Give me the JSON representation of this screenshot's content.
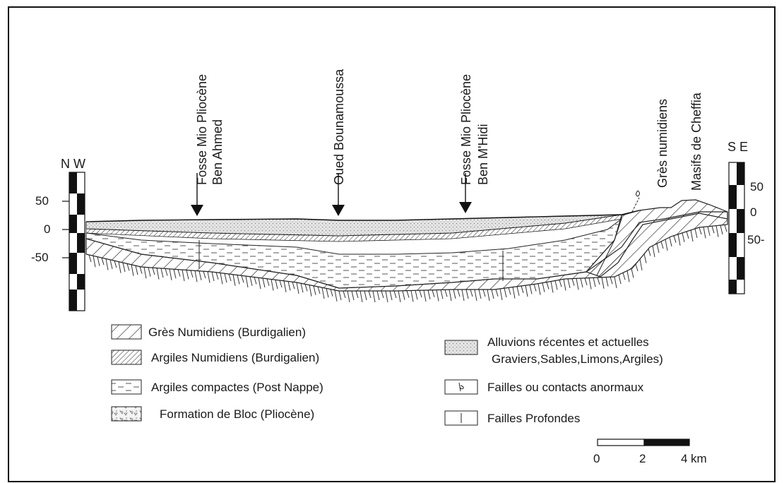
{
  "section": {
    "left_end_label": "N W",
    "right_end_label": "S E",
    "left_scale_ticks": [
      "50",
      "0",
      "-50"
    ],
    "right_scale_ticks": [
      "50",
      "0",
      "50-"
    ],
    "annotations": [
      {
        "id": "fosse-ben-ahmed",
        "line1": "Fosse Mio Pliocène",
        "line2": "Ben Ahmed"
      },
      {
        "id": "oued-bounamoussa",
        "line1": "Oued Bounamoussa",
        "line2": ""
      },
      {
        "id": "fosse-ben-mhidi",
        "line1": "Fosse Mio Pliocène",
        "line2": "Ben M'Hidi"
      },
      {
        "id": "gres-numidiens",
        "line1": "Grès numidiens",
        "line2": ""
      },
      {
        "id": "massifs-cheffia",
        "line1": "Masifs de Cheffia",
        "line2": ""
      }
    ]
  },
  "legend": {
    "left": [
      {
        "id": "gres-numidiens",
        "label": "Grès Numidiens (Burdigalien)",
        "pattern": "hatch-wide"
      },
      {
        "id": "argiles-numidiens",
        "label": "Argiles Numidiens (Burdigalien)",
        "pattern": "hatch-dense"
      },
      {
        "id": "argiles-compactes",
        "label": "Argiles compactes (Post Nappe)",
        "pattern": "dashes"
      },
      {
        "id": "formation-bloc",
        "label": "Formation de Bloc (Pliocène)",
        "pattern": "blocks"
      }
    ],
    "right": [
      {
        "id": "alluvions",
        "label_line1": "Alluvions récentes et actuelles",
        "label_line2": "Graviers,Sables,Limons,Argiles)",
        "pattern": "dots"
      },
      {
        "id": "failles-contacts",
        "label_line1": "Failles ou contacts anormaux",
        "label_line2": "",
        "pattern": "fault-symbol"
      },
      {
        "id": "failles-profondes",
        "label_line1": "Failles Profondes",
        "label_line2": "",
        "pattern": "vertical-line"
      }
    ]
  },
  "scale_bar": {
    "ticks": [
      "0",
      "2",
      "4"
    ],
    "unit": "km"
  }
}
